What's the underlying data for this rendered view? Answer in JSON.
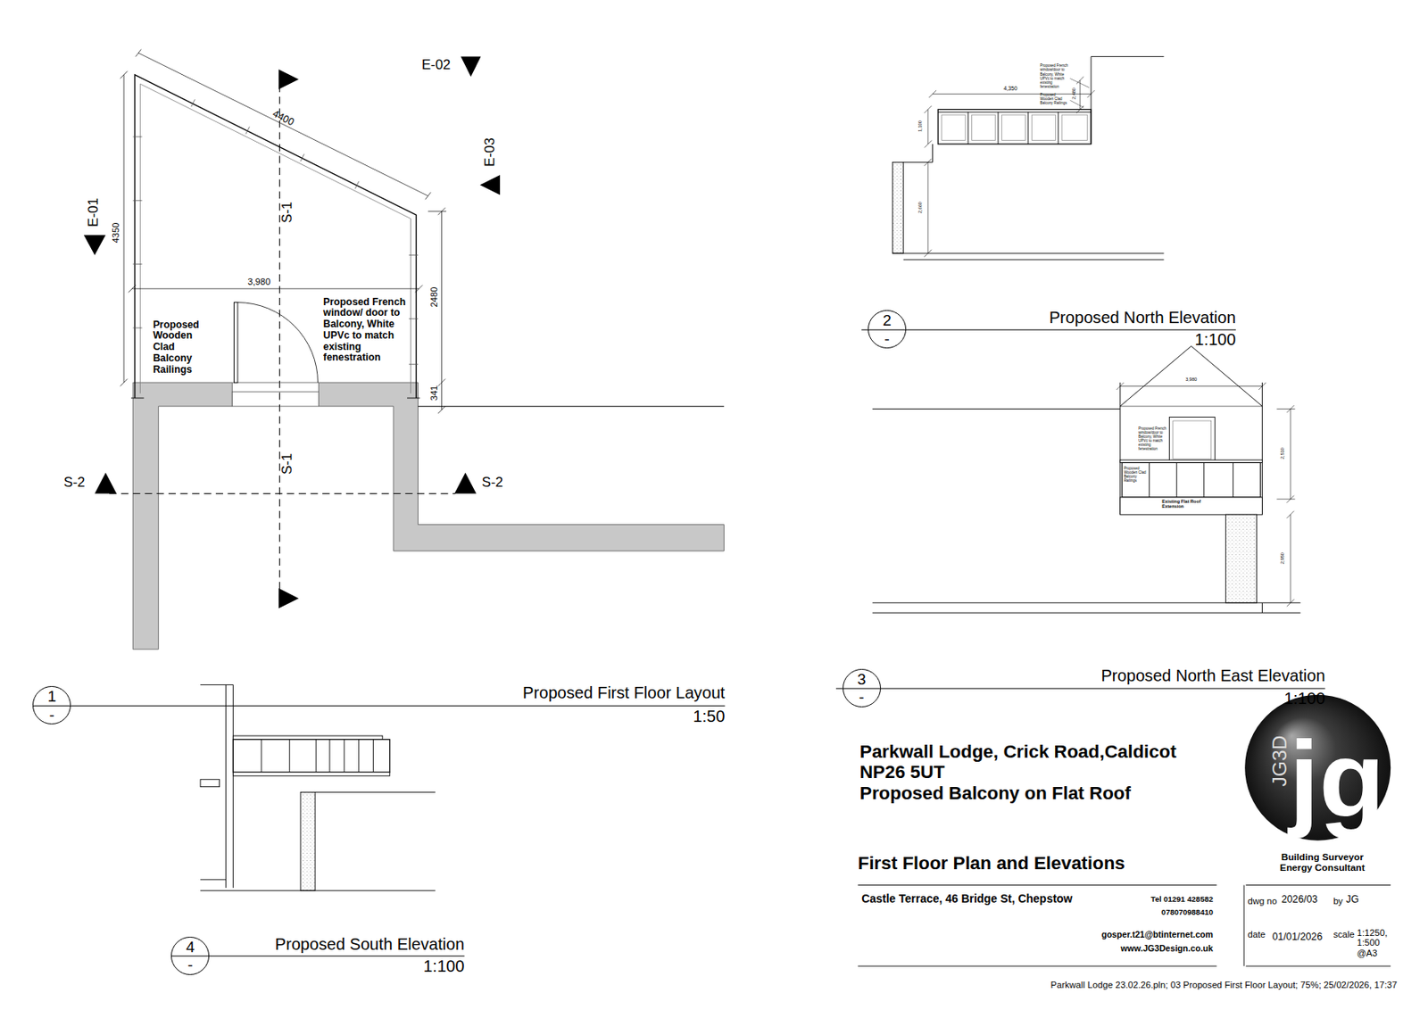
{
  "diagram": {
    "nodes": [
      {
        "text": [
          "1",
          "-"
        ]
      },
      {
        "text": [
          "2",
          "-"
        ]
      },
      {
        "text": [
          "3",
          "-"
        ]
      },
      {
        "text": [
          "4",
          "-"
        ]
      }
    ],
    "labels": [
      "E-02",
      "4400",
      "E-03",
      "E-01",
      "4350",
      "S-1",
      "3,980",
      "2480",
      "Proposed Wooden Clad Balcony Railings",
      "Proposed French window/ door to Balcony, White UPVc to match existing fenestration",
      "341",
      "S-1",
      "S-2",
      "S-2",
      "Proposed First Floor Layout",
      "1:50",
      "4,350",
      "Proposed French window/door to Balcony, White UPVc to match existing fenestration",
      "Proposed Wooden Clad Balcony Railings",
      "1,100",
      "2,480",
      "2,660",
      "Proposed North Elevation",
      "1:100",
      "3,980",
      "Proposed French window/door to Balcony, White UPVc to match existing fenestration",
      "Proposed Wooden Clad Balcony Railings",
      "Existing Flat Roof Extension",
      "2,510",
      "2,950",
      "Proposed North East Elevation",
      "1:100",
      "Proposed South Elevation",
      "1:100",
      "Parkwall Lodge, Crick Road,Caldicot",
      "NP26 5UT",
      "Proposed Balcony on Flat Roof",
      "First Floor Plan and Elevations",
      "Castle Terrace, 46 Bridge St, Chepstow",
      "Tel 01291 428582",
      "078070988410",
      "gosper.t21@btinternet.com",
      "www.JG3Design.co.uk",
      "dwg no",
      "2026/03",
      "by",
      "JG",
      "date",
      "01/01/2026",
      "scale",
      "1:1250, 1:500 @A3",
      "Building Surveyor Energy Consultant",
      "jg",
      "JG3D",
      "Parkwall Lodge 23.02.26.pln; 03 Proposed First Floor Layout; 75%; 25/02/2026, 17:37"
    ]
  }
}
